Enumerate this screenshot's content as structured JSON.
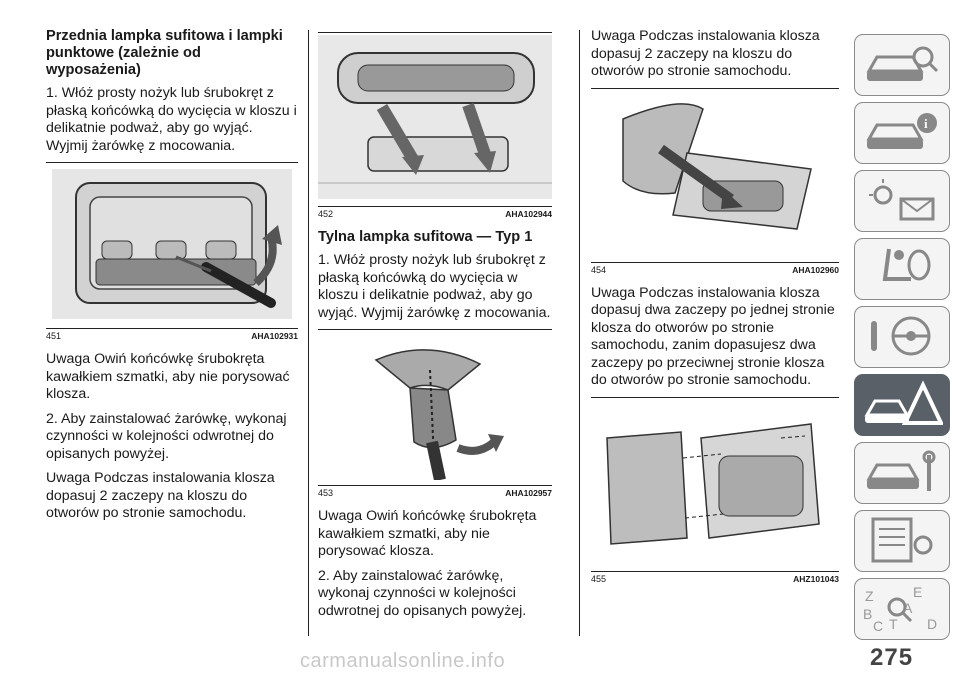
{
  "col1": {
    "heading": "Przednia lampka sufitowa i lampki punktowe (zależnie od wyposażenia)",
    "p1": "1. Włóż prosty nożyk lub śrubokręt z płaską końcówką do wycięcia w kloszu i delikatnie podważ, aby go wyjąć. Wyjmij żarówkę z mocowania.",
    "fig": {
      "num": "451",
      "code": "AHA102931"
    },
    "p2": "Uwaga  Owiń końcówkę śrubokręta kawałkiem szmatki, aby nie porysować klosza.",
    "p3": "2. Aby zainstalować żarówkę, wykonaj czynności w kolejności odwrotnej do opisanych powyżej.",
    "p4": "Uwaga  Podczas instalowania klosza dopasuj 2 zaczepy na kloszu do otworów po stronie samochodu."
  },
  "col2": {
    "fig1": {
      "num": "452",
      "code": "AHA102944"
    },
    "heading": "Tylna lampka sufitowa — Typ 1",
    "p1": "1. Włóż prosty nożyk lub śrubokręt z płaską końcówką do wycięcia w kloszu i delikatnie podważ, aby go wyjąć. Wyjmij żarówkę z mocowania.",
    "fig2": {
      "num": "453",
      "code": "AHA102957"
    },
    "p2": "Uwaga  Owiń końcówkę śrubokręta kawałkiem szmatki, aby nie porysować klosza.",
    "p3": "2. Aby zainstalować żarówkę, wykonaj czynności w kolejności odwrotnej do opisanych powyżej."
  },
  "col3": {
    "p1": "Uwaga  Podczas instalowania klosza dopasuj 2 zaczepy na kloszu do otworów po stronie samochodu.",
    "fig1": {
      "num": "454",
      "code": "AHA102960"
    },
    "p2": "Uwaga  Podczas instalowania klosza dopasuj dwa zaczepy po jednej stronie klosza do otworów po stronie samochodu, zanim dopasujesz dwa zaczepy po przeciwnej stronie klosza do otworów po stronie samochodu.",
    "fig2": {
      "num": "455",
      "code": "AHZ101043"
    }
  },
  "tabs": [
    {
      "icon": "car-search-icon",
      "active": false
    },
    {
      "icon": "car-info-icon",
      "active": false
    },
    {
      "icon": "warning-lights-icon",
      "active": false
    },
    {
      "icon": "airbag-seat-icon",
      "active": false
    },
    {
      "icon": "steering-wheel-icon",
      "active": false
    },
    {
      "icon": "breakdown-warning-icon",
      "active": true
    },
    {
      "icon": "car-service-icon",
      "active": false
    },
    {
      "icon": "specifications-list-icon",
      "active": false
    },
    {
      "icon": "alphabetical-index-icon",
      "active": false
    }
  ],
  "tab_letters": [
    "Z",
    "E",
    "B",
    "A",
    "C",
    "T",
    "D"
  ],
  "page_number": "275",
  "watermark": "carmanualsonline.info",
  "colors": {
    "active_tab": "#5a6068",
    "tab_border": "#8a8a8a"
  }
}
